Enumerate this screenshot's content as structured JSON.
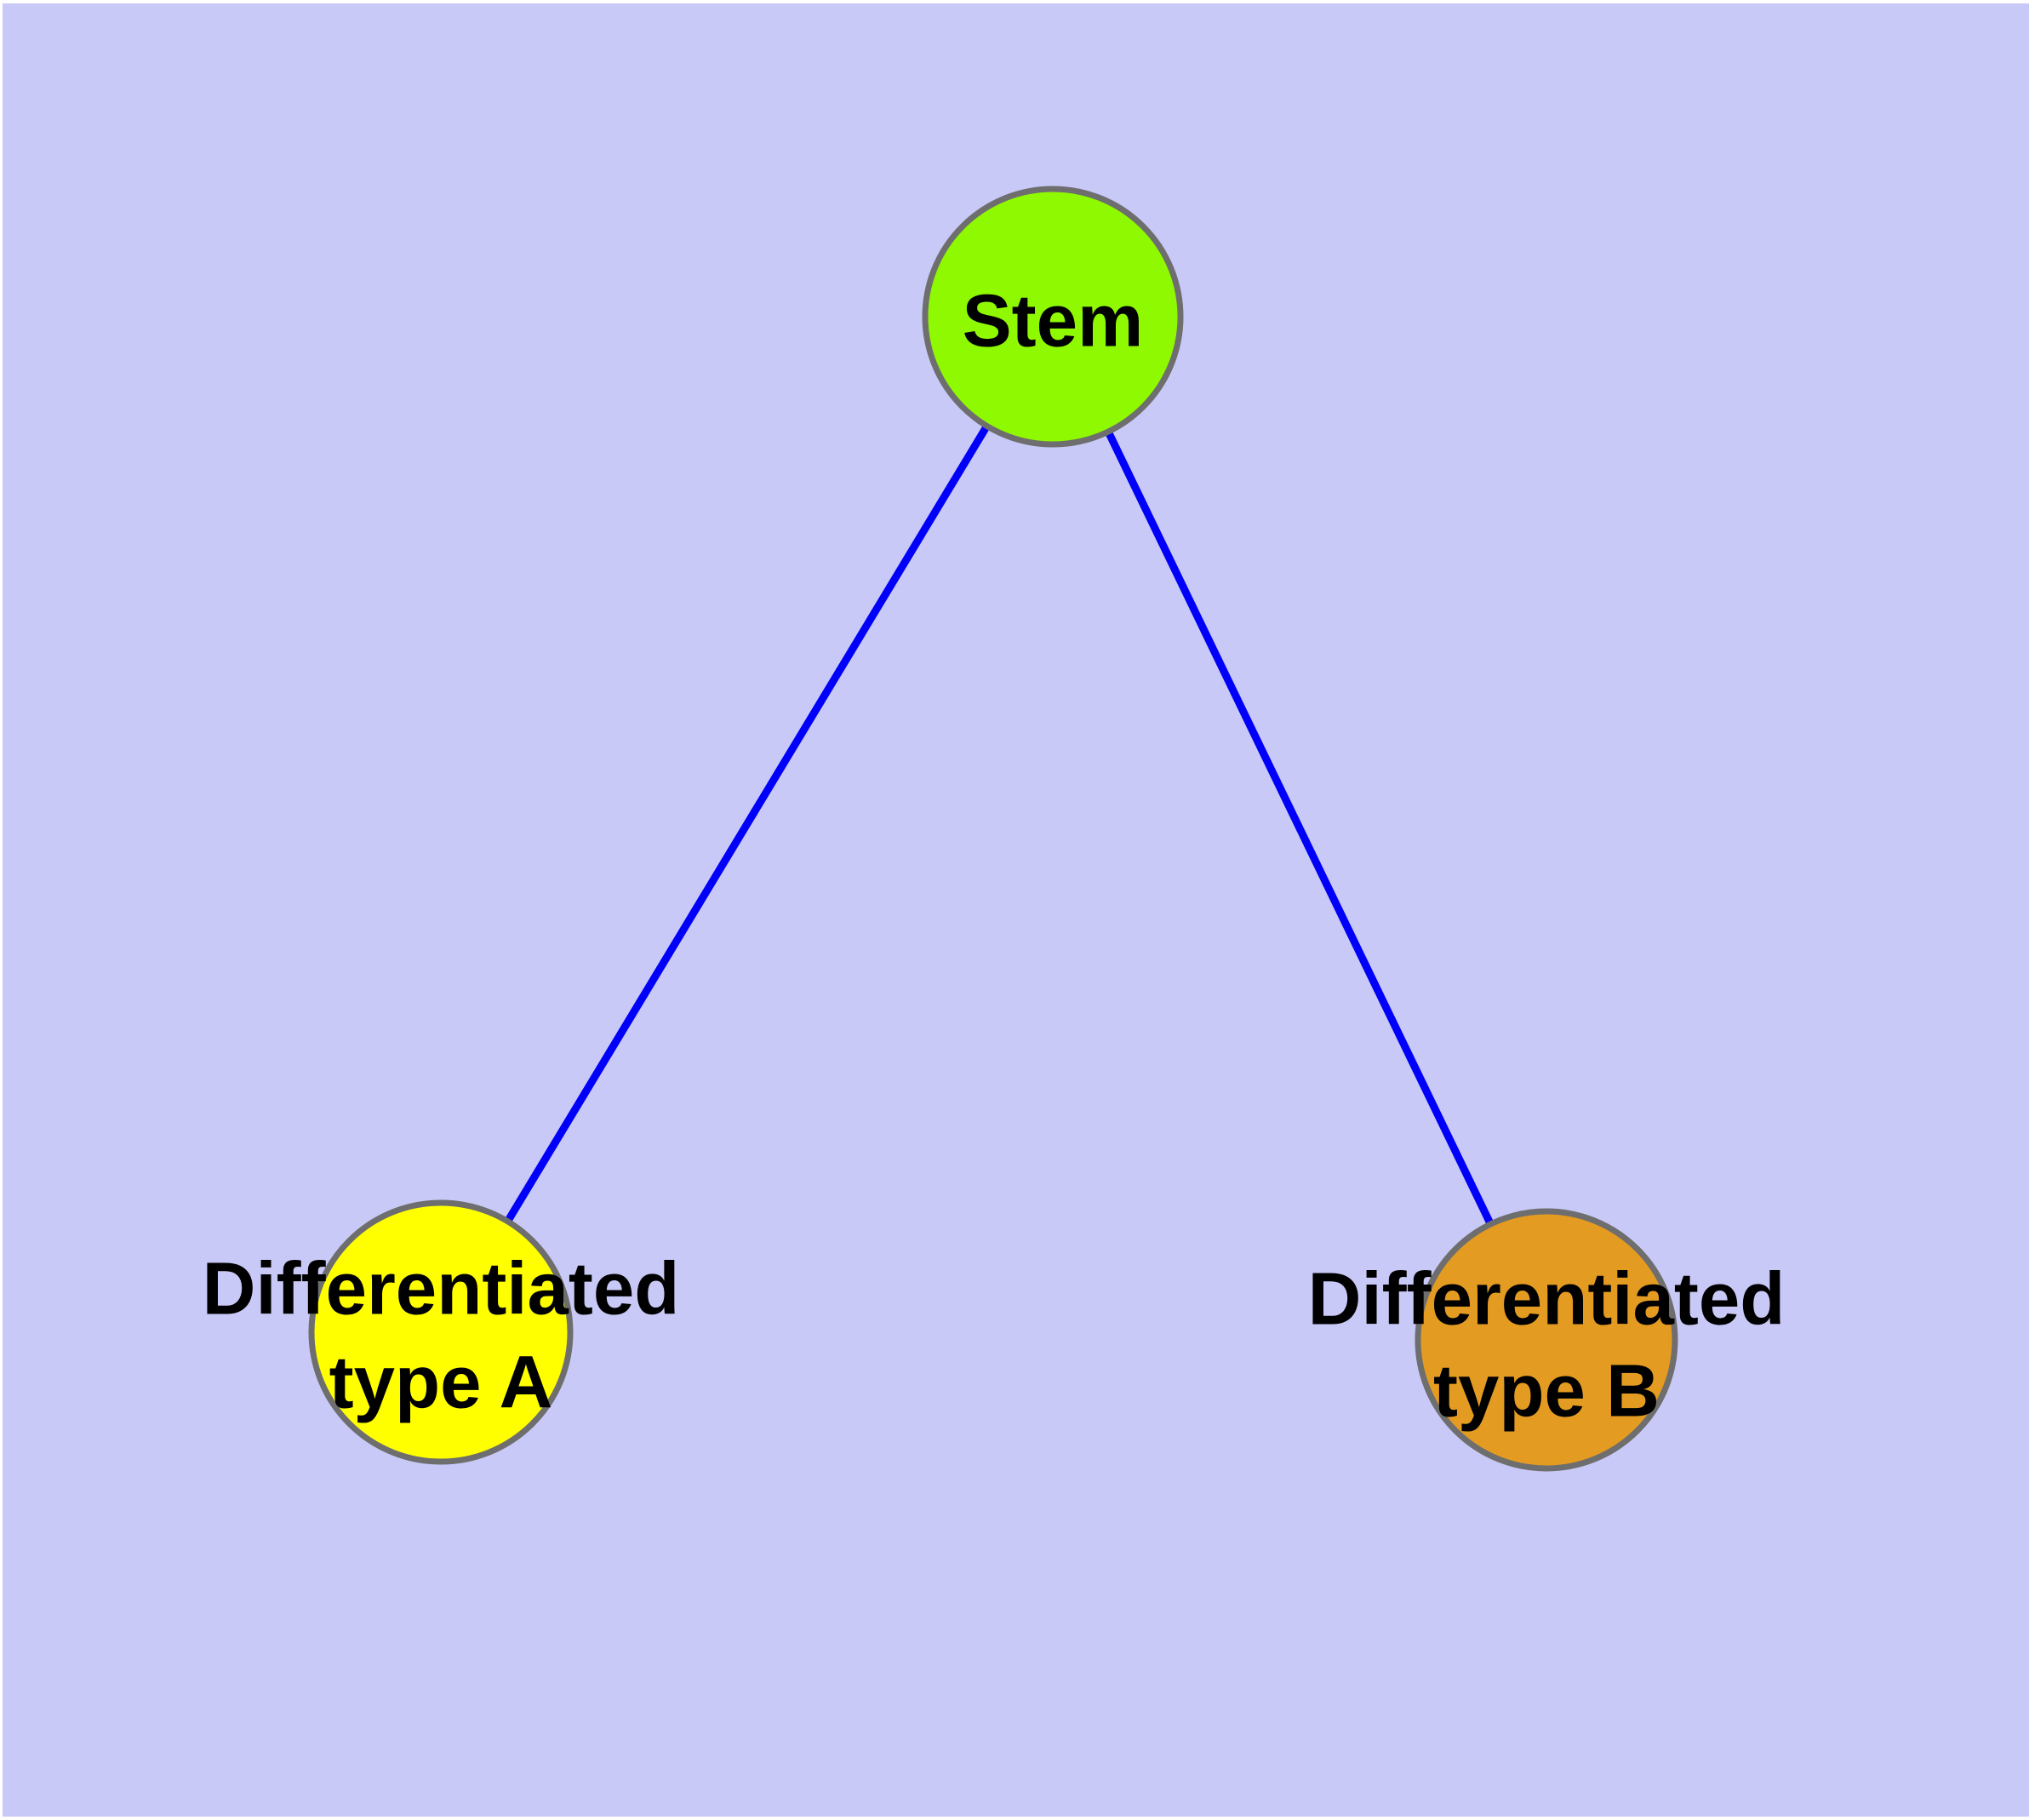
{
  "canvas": {
    "margin_color": "#FFFFFF",
    "surface_color": "#C9C9F7"
  },
  "edge_color": "#0000FA",
  "node_border_color": "#6E6E6E",
  "nodes": [
    {
      "id": "stem",
      "label": "Stem",
      "fill": "#8EF900"
    },
    {
      "id": "differentiated-type-a",
      "label_line1": "Differentiated",
      "label_line2": "type A",
      "fill": "#FFFF00"
    },
    {
      "id": "differentiated-type-b",
      "label_line1": "Differentiated",
      "label_line2": "type B",
      "fill": "#E49B22"
    }
  ],
  "edges": [
    {
      "from": "Stem",
      "to": "Differentiated type A"
    },
    {
      "from": "Stem",
      "to": "Differentiated type B"
    }
  ]
}
